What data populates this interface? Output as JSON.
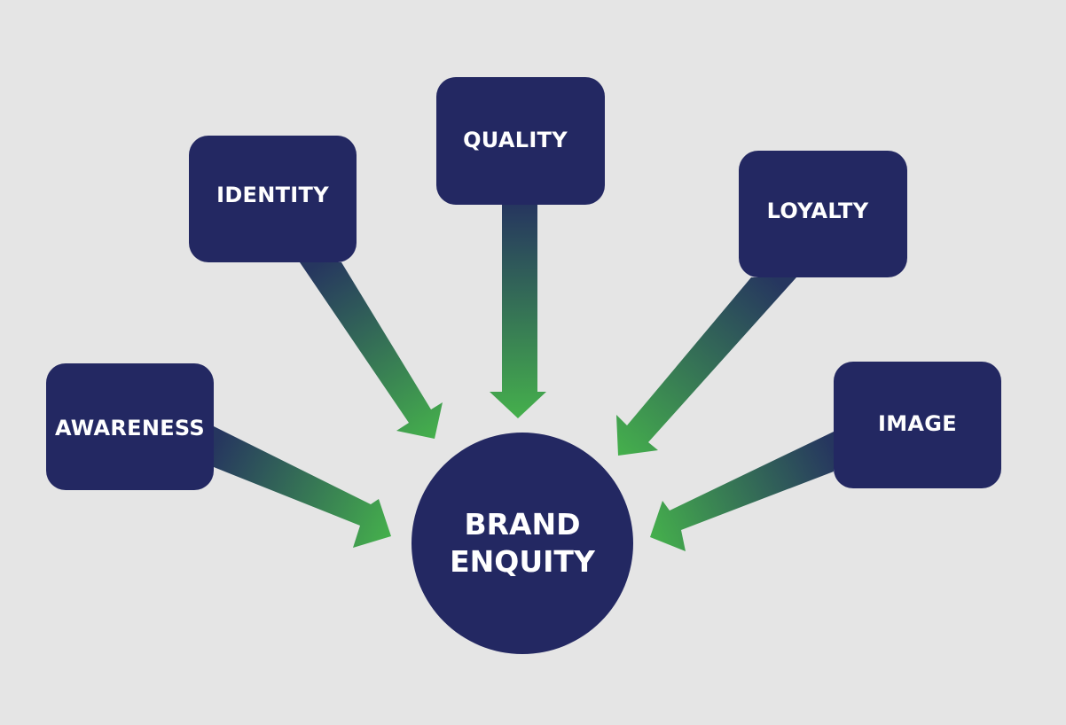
{
  "diagram": {
    "center": {
      "line1": "BRAND",
      "line2": "ENQUITY"
    },
    "nodes": [
      {
        "id": "awareness",
        "label": "AWARENESS"
      },
      {
        "id": "identity",
        "label": "IDENTITY"
      },
      {
        "id": "quality",
        "label": "QUALITY"
      },
      {
        "id": "loyalty",
        "label": "LOYALTY"
      },
      {
        "id": "image",
        "label": "IMAGE"
      }
    ],
    "colors": {
      "background": "#e5e5e5",
      "node_fill": "#232862",
      "text": "#ffffff",
      "arrow_start": "#26365f",
      "arrow_end": "#45b04c"
    }
  }
}
